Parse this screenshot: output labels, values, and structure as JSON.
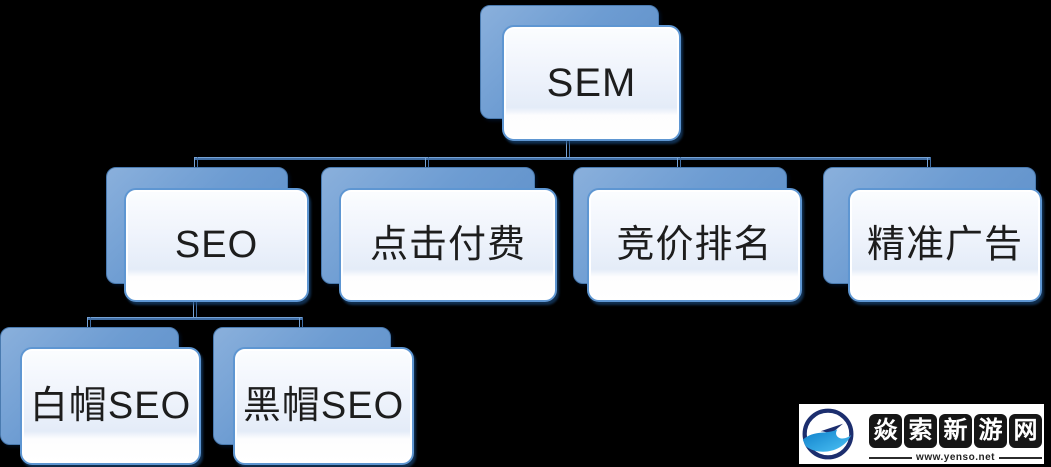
{
  "diagram": {
    "type": "org-chart",
    "hierarchy": {
      "root": "SEM",
      "children": [
        {
          "label": "SEO",
          "children": [
            {
              "label": "白帽SEO"
            },
            {
              "label": "黑帽SEO"
            }
          ]
        },
        {
          "label": "点击付费",
          "children": []
        },
        {
          "label": "竞价排名",
          "children": []
        },
        {
          "label": "精准广告",
          "children": []
        }
      ]
    }
  },
  "nodes": {
    "sem": {
      "label": "SEM"
    },
    "seo": {
      "label": "SEO"
    },
    "ppc": {
      "label": "点击付费"
    },
    "bid": {
      "label": "竞价排名"
    },
    "ads": {
      "label": "精准广告"
    },
    "white_hat": {
      "label": "白帽SEO"
    },
    "black_hat": {
      "label": "黑帽SEO"
    }
  },
  "watermark": {
    "site_name": "焱索新游网",
    "chars": [
      "焱",
      "索",
      "新",
      "游",
      "网"
    ],
    "url": "www.yenso.net",
    "logo": "wave-swoosh-logo"
  },
  "colors": {
    "background": "#000000",
    "node_border": "#5e96d2",
    "node_fill": "#eef3fb",
    "back_box_top": "#8ab0dc",
    "back_box_bottom": "#5b8dc7",
    "connector_light": "#76a3d6",
    "connector_dark": "#426fa5",
    "text": "#1d1d1d",
    "logo_navy": "#1c2e6e",
    "logo_blue": "#29a8e0"
  }
}
